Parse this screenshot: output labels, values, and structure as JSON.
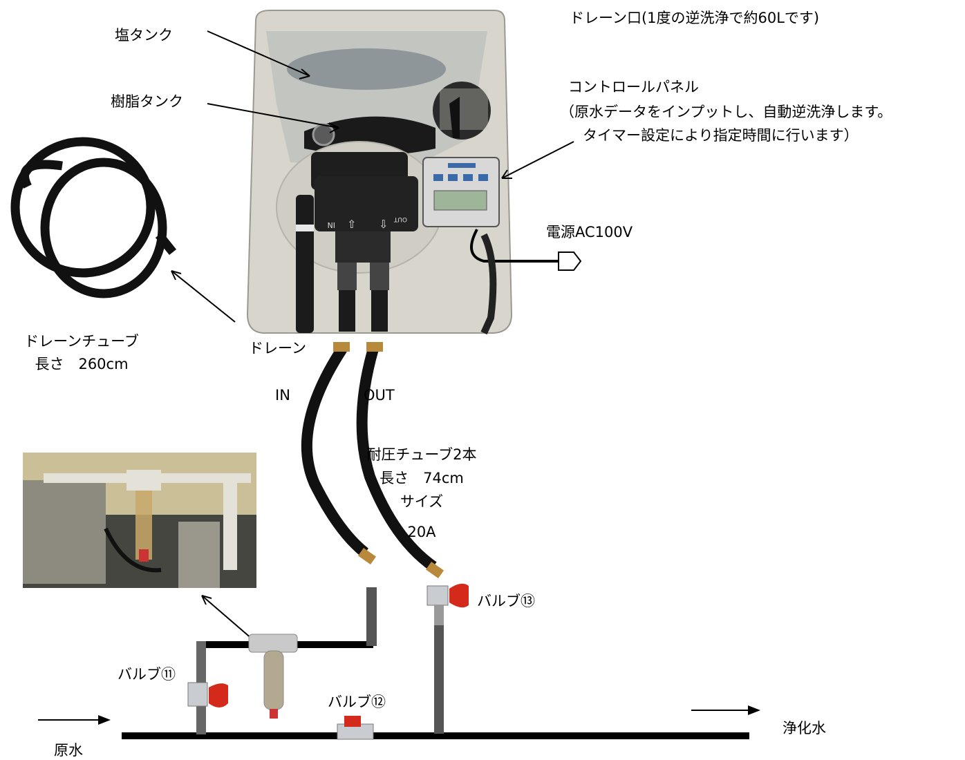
{
  "labels": {
    "drain_port_note": "ドレーン口(1度の逆洗浄で約60Lです)",
    "salt_tank": "塩タンク",
    "resin_tank": "樹脂タンク",
    "control_panel_title": "コントロールパネル",
    "control_panel_desc1": "（原水データをインプットし、自動逆洗浄します。",
    "control_panel_desc2": "タイマー設定により指定時間に行います）",
    "power": "電源AC100V",
    "drain": "ドレーン",
    "drain_tube_name": "ドレーンチューブ",
    "drain_tube_length": "長さ　260cm",
    "in": "IN",
    "out": "OUT",
    "pressure_tube_name": "耐圧チューブ2本",
    "pressure_tube_length": "長さ　74cm",
    "pressure_tube_size_label": "サイズ",
    "pressure_tube_size": "20A",
    "valve_13": "バルブ⑬",
    "valve_11": "バルブ⑪",
    "valve_12": "バルブ⑫",
    "purified_water": "浄化水",
    "raw_water": "原水",
    "valve_port_in": "IN",
    "valve_port_out": "OUT"
  },
  "colors": {
    "tank_body": "#d8d6cc",
    "pipe": "#000000",
    "valve_handle": "#d42a1c",
    "lcd": "#9fb59a"
  }
}
